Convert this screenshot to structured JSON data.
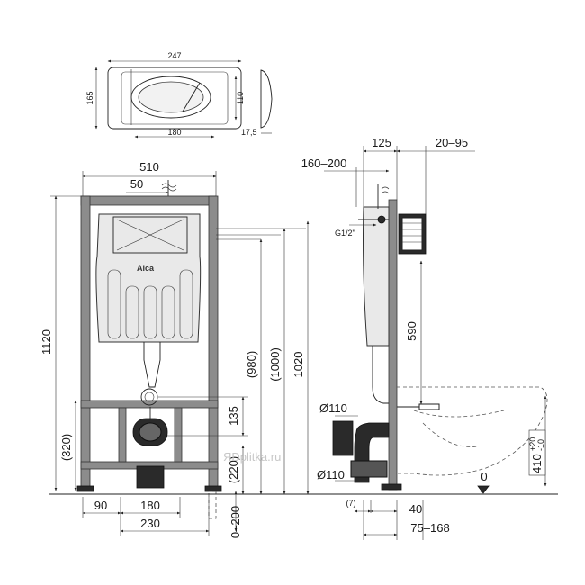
{
  "plate": {
    "width": "247",
    "height": "165",
    "inner_height": "110",
    "inner_width": "180",
    "depth": "17,5"
  },
  "front": {
    "frame_width": "510",
    "dim_50": "50",
    "total_height": "1120",
    "feet_height": "(320)",
    "logo": "Alca",
    "h_980": "(980)",
    "h_1000": "(1000)",
    "h_1020": "1020",
    "h_135": "135",
    "h_220": "(220)",
    "dim_90": "90",
    "dim_180": "180",
    "dim_230": "230",
    "leg_adjust": "0–200"
  },
  "side": {
    "dim_125": "125",
    "dim_20_95": "20–95",
    "dim_160_200": "160–200",
    "thread": "G1/2\"",
    "dim_590": "590",
    "pipe_top": "Ø110",
    "pipe_bottom": "Ø110",
    "dim_7": "(7)",
    "dim_40": "40",
    "dim_75_168": "75–168",
    "floor_zero": "0",
    "bowl_height_main": "410",
    "bowl_tol_plus": "+20",
    "bowl_tol_minus": "-10"
  },
  "watermark": "ЯDplitka.ru"
}
